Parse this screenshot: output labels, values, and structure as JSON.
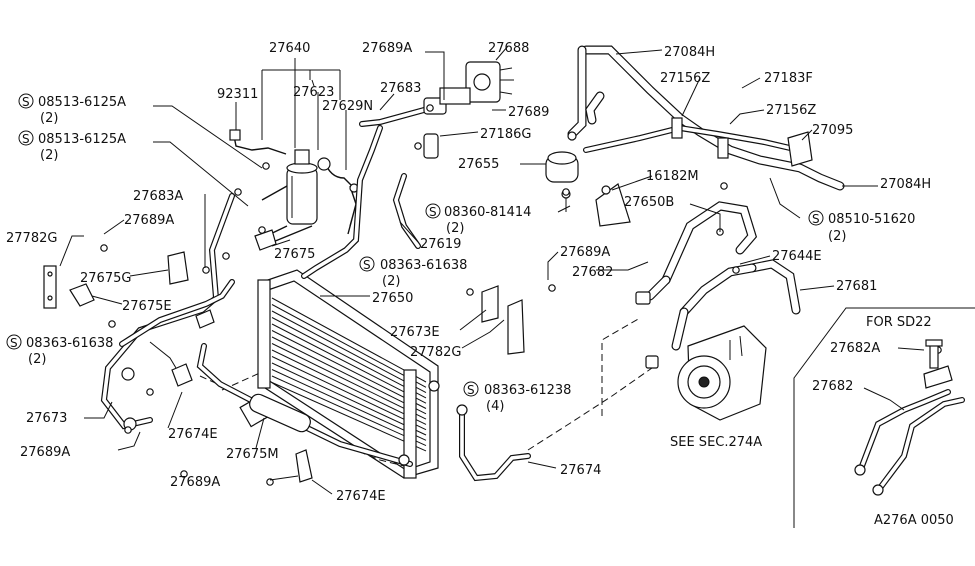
{
  "diagram_id": "A276A 0050",
  "inset_title": "FOR SD22",
  "see_ref": "SEE SEC.274A",
  "labels": {
    "p27640": "27640",
    "p92311": "92311",
    "p27623": "27623",
    "p27629N": "27629N",
    "p27689A_top": "27689A",
    "p27688": "27688",
    "p27683": "27683",
    "p27689": "27689",
    "p27186G": "27186G",
    "p27084H_top": "27084H",
    "p27156Z_a": "27156Z",
    "p27183F": "27183F",
    "p27156Z_b": "27156Z",
    "p27095": "27095",
    "p27084H_right": "27084H",
    "p27655": "27655",
    "p16182M": "16182M",
    "p27650B": "27650B",
    "p27619": "27619",
    "p27675": "27675",
    "p27683A": "27683A",
    "p27689A_left": "27689A",
    "p27782G_left": "27782G",
    "p27675G": "27675G",
    "p27675E": "27675E",
    "p27650": "27650",
    "p27689A_mid": "27689A",
    "p27682": "27682",
    "p27644E": "27644E",
    "p27681": "27681",
    "p27673E": "27673E",
    "p27782G_mid": "27782G",
    "p27673": "27673",
    "p27674E_left": "27674E",
    "p27689A_bottom": "27689A",
    "p27675M": "27675M",
    "p27689A_bot2": "27689A",
    "p27674E_bot": "27674E",
    "p27674": "27674",
    "p27682A_inset": "27682A",
    "p27682_inset": "27682"
  },
  "screws": {
    "s1": {
      "code": "08513-6125A",
      "qty": "(2)"
    },
    "s2": {
      "code": "08513-6125A",
      "qty": "(2)"
    },
    "s3": {
      "code": "08360-81414",
      "qty": "(2)"
    },
    "s4": {
      "code": "08510-51620",
      "qty": "(2)"
    },
    "s5": {
      "code": "08363-61638",
      "qty": "(2)"
    },
    "s6": {
      "code": "08363-61638",
      "qty": "(2)"
    },
    "s7": {
      "code": "08363-61238",
      "qty": "(4)"
    }
  },
  "screw_symbol": "S"
}
